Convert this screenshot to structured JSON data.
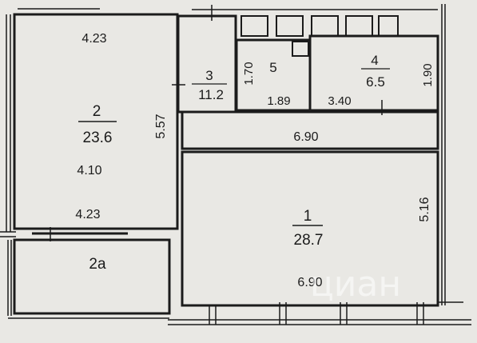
{
  "rooms": [
    {
      "id": "1",
      "number": "1",
      "area": "28.7"
    },
    {
      "id": "2",
      "number": "2",
      "area": "23.6"
    },
    {
      "id": "2a",
      "number": "2а"
    },
    {
      "id": "3",
      "number": "3",
      "area": "11.2"
    },
    {
      "id": "4",
      "number": "4",
      "area": "6.5"
    },
    {
      "id": "5",
      "number": "5"
    }
  ],
  "dimensions": {
    "room2_top": "4.23",
    "room2_middle": "4.10",
    "room2_bottom": "4.23",
    "room2_height": "5.57",
    "room3_height": "1.70",
    "room5_width": "1.89",
    "room4_width": "3.40",
    "room4_height": "1.90",
    "corridor_width": "6.90",
    "room1_width": "6.90",
    "room1_height": "5.16"
  },
  "watermark": "циан",
  "colors": {
    "background": "#e9e8e4",
    "wall": "#1b1b1b",
    "fill": "#f4f3ef"
  }
}
